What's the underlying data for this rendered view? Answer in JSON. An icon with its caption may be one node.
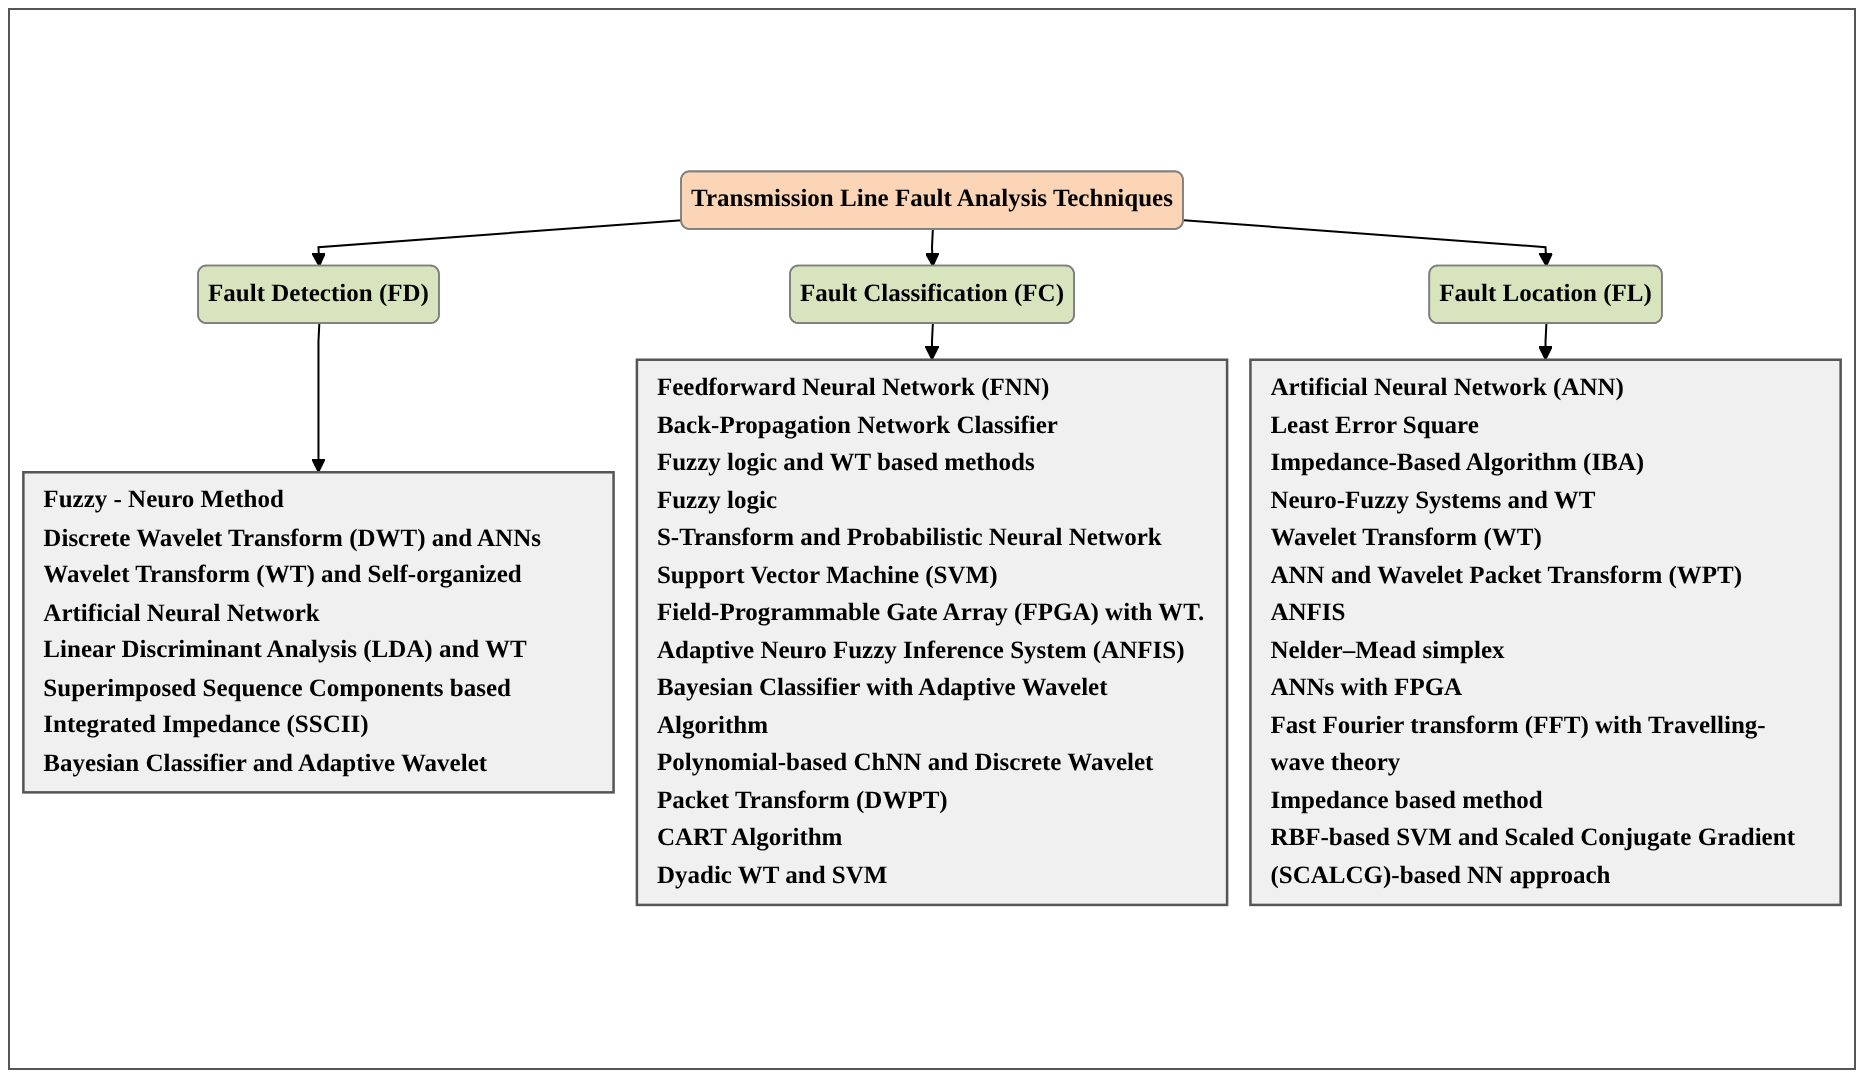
{
  "diagram": {
    "nodes": [
      {
        "text": [
          "Transmission Line Fault Analysis Techniques"
        ]
      },
      {
        "text": [
          "Fault Detection (FD)"
        ]
      },
      {
        "text": [
          "Fault Classification (FC)"
        ]
      },
      {
        "text": [
          "Fault Location (FL)"
        ]
      },
      {
        "text": [
          "Fuzzy - Neuro Method",
          "Discrete Wavelet Transform (DWT) and ANNs",
          "Wavelet Transform (WT) and Self-organized Artificial Neural Network",
          "Linear Discriminant Analysis (LDA) and WT",
          "Superimposed Sequence Components based Integrated Impedance (SSCII)",
          "Bayesian Classifier and Adaptive Wavelet"
        ]
      },
      {
        "text": [
          "Feedforward Neural Network (FNN)",
          "Back-Propagation Network Classifier",
          "Fuzzy logic and WT based methods",
          "Fuzzy logic",
          "S-Transform and Probabilistic Neural Network",
          "Support Vector Machine (SVM)",
          "Field-Programmable Gate Array (FPGA) with WT.",
          "Adaptive Neuro Fuzzy Inference System (ANFIS)",
          "Bayesian Classifier with Adaptive Wavelet Algorithm",
          "Polynomial-based ChNN and Discrete Wavelet Packet Transform (DWPT)",
          "CART Algorithm",
          "Dyadic WT and SVM"
        ]
      },
      {
        "text": [
          "Artificial Neural Network (ANN)",
          "Least Error Square",
          "Impedance-Based Algorithm (IBA)",
          "Neuro-Fuzzy Systems and WT",
          "Wavelet Transform (WT)",
          "ANN and Wavelet Packet Transform (WPT)",
          "ANFIS",
          "Nelder–Mead simplex",
          "ANNs with FPGA",
          "Fast Fourier transform (FFT) with Travelling-wave theory",
          "Impedance based method",
          "RBF-based SVM and Scaled Conjugate Gradient (SCALCG)-based NN approach"
        ]
      }
    ],
    "edges": [
      {
        "from": 0,
        "to": 1,
        "arrow": "to"
      },
      {
        "from": 0,
        "to": 2,
        "arrow": "to"
      },
      {
        "from": 0,
        "to": 3,
        "arrow": "to"
      },
      {
        "from": 1,
        "to": 4,
        "arrow": "to"
      },
      {
        "from": 2,
        "to": 5,
        "arrow": "to"
      },
      {
        "from": 3,
        "to": 6,
        "arrow": "to"
      }
    ]
  }
}
